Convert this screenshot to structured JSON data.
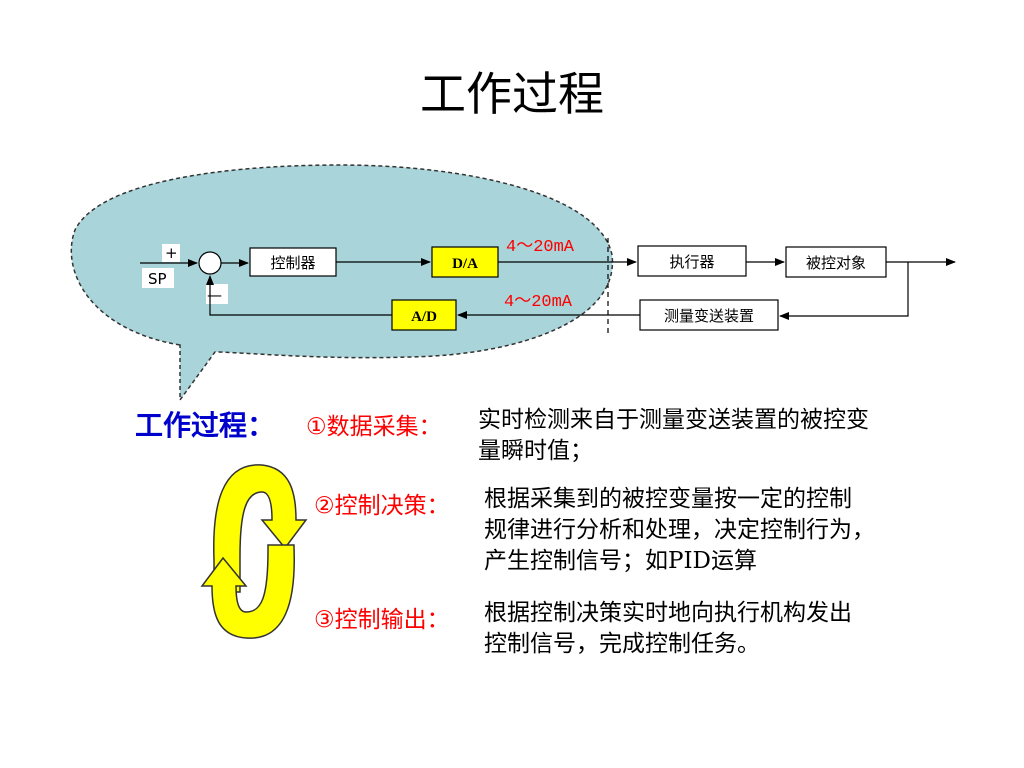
{
  "page_title": "工作过程",
  "diagram": {
    "sp_label": "SP",
    "plus_sign": "+",
    "minus_sign": "—",
    "controller": "控制器",
    "da": "D/A",
    "ad": "A/D",
    "current_top": "4～20mA",
    "current_bottom": "4～20mA",
    "actuator": "执行器",
    "plant": "被控对象",
    "transmitter": "测量变送装置"
  },
  "colors": {
    "bubble_fill": "#a9d5da",
    "converter_fill": "#ffff00",
    "heading_blue": "#0000cc",
    "step_red": "#ff0000",
    "cycle_arrow": "#ffff00"
  },
  "process": {
    "heading": "工作过程：",
    "steps": [
      {
        "label": "①数据采集：",
        "lines": [
          "实时检测来自于测量变送装置的被控变",
          "量瞬时值；"
        ]
      },
      {
        "label": "②控制决策：",
        "lines": [
          "根据采集到的被控变量按一定的控制",
          "规律进行分析和处理，决定控制行为，",
          "产生控制信号；如PID运算"
        ]
      },
      {
        "label": "③控制输出：",
        "lines": [
          "根据控制决策实时地向执行机构发出",
          "控制信号，完成控制任务。"
        ]
      }
    ]
  }
}
